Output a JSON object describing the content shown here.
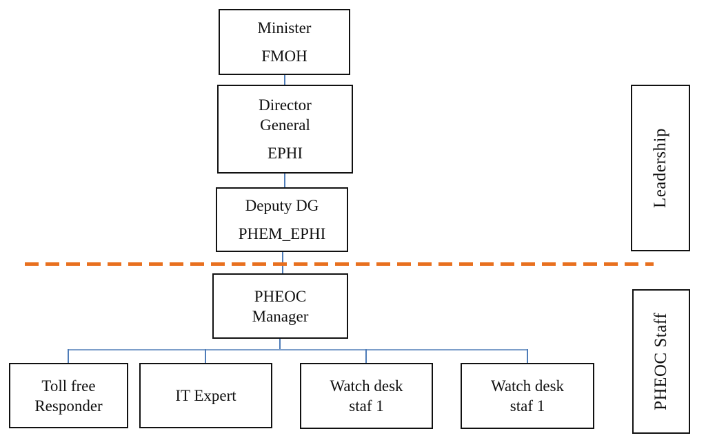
{
  "figure": {
    "type": "org-chart",
    "description": "PHEOC organizational structure chart"
  },
  "nodes": {
    "minister": {
      "p1": [
        "Minister"
      ],
      "p2": [
        "FMOH"
      ]
    },
    "director_general": {
      "p1": [
        "Director",
        "General"
      ],
      "p2": [
        "EPHI"
      ]
    },
    "deputy_dg": {
      "p1": [
        "Deputy DG"
      ],
      "p2": [
        "PHEM_EPHI"
      ]
    },
    "pheoc_manager": {
      "p1": [
        "PHEOC",
        "Manager"
      ]
    },
    "toll_free_responder": {
      "p1": [
        "Toll free",
        "Responder"
      ]
    },
    "it_expert": {
      "p1": [
        "IT Expert"
      ]
    },
    "watch_desk_1": {
      "p1": [
        "Watch desk",
        "staf 1"
      ]
    },
    "watch_desk_2": {
      "p1": [
        "Watch desk",
        "staf 1"
      ]
    }
  },
  "side_labels": {
    "leadership": "Leadership",
    "pheoc_staff": "PHEOC Staff"
  },
  "colors": {
    "box_border": "#111111",
    "text": "#111111",
    "connector_vertical_blue": "#4E7CB8",
    "connector_horizontal_blue": "#7D9FCA",
    "divider_orange": "#E8701F",
    "background": "#FFFFFF"
  }
}
